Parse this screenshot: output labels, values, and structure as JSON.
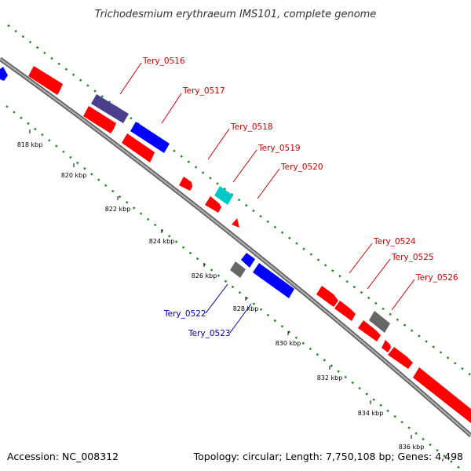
{
  "title": "Trichodesmium erythraeum IMS101, complete genome",
  "footer": {
    "accession": "Accession: NC_008312",
    "topology": "Topology: circular; Length: 7,750,108 bp; Genes: 4,498"
  },
  "colors": {
    "backbone": "#888888",
    "forward_feature": "#ff0000",
    "reverse_feature": "#0000ff",
    "other_feature": "#666666",
    "cyan_feature": "#00c8c8",
    "navy_feature": "#4a3f8f",
    "gc_dots": "#228b22",
    "forward_label": "#cc0000",
    "reverse_label": "#0000aa"
  },
  "ruler": {
    "ticks": [
      "818 kbp",
      "820 kbp",
      "822 kbp",
      "824 kbp",
      "826 kbp",
      "828 kbp",
      "830 kbp",
      "832 kbp",
      "834 kbp",
      "836 kbp"
    ]
  },
  "labels": {
    "forward": [
      "Tery_0516",
      "Tery_0517",
      "Tery_0518",
      "Tery_0519",
      "Tery_0520",
      "Tery_0524",
      "Tery_0525",
      "Tery_0526"
    ],
    "reverse": [
      "Tery_0522",
      "Tery_0523"
    ]
  }
}
